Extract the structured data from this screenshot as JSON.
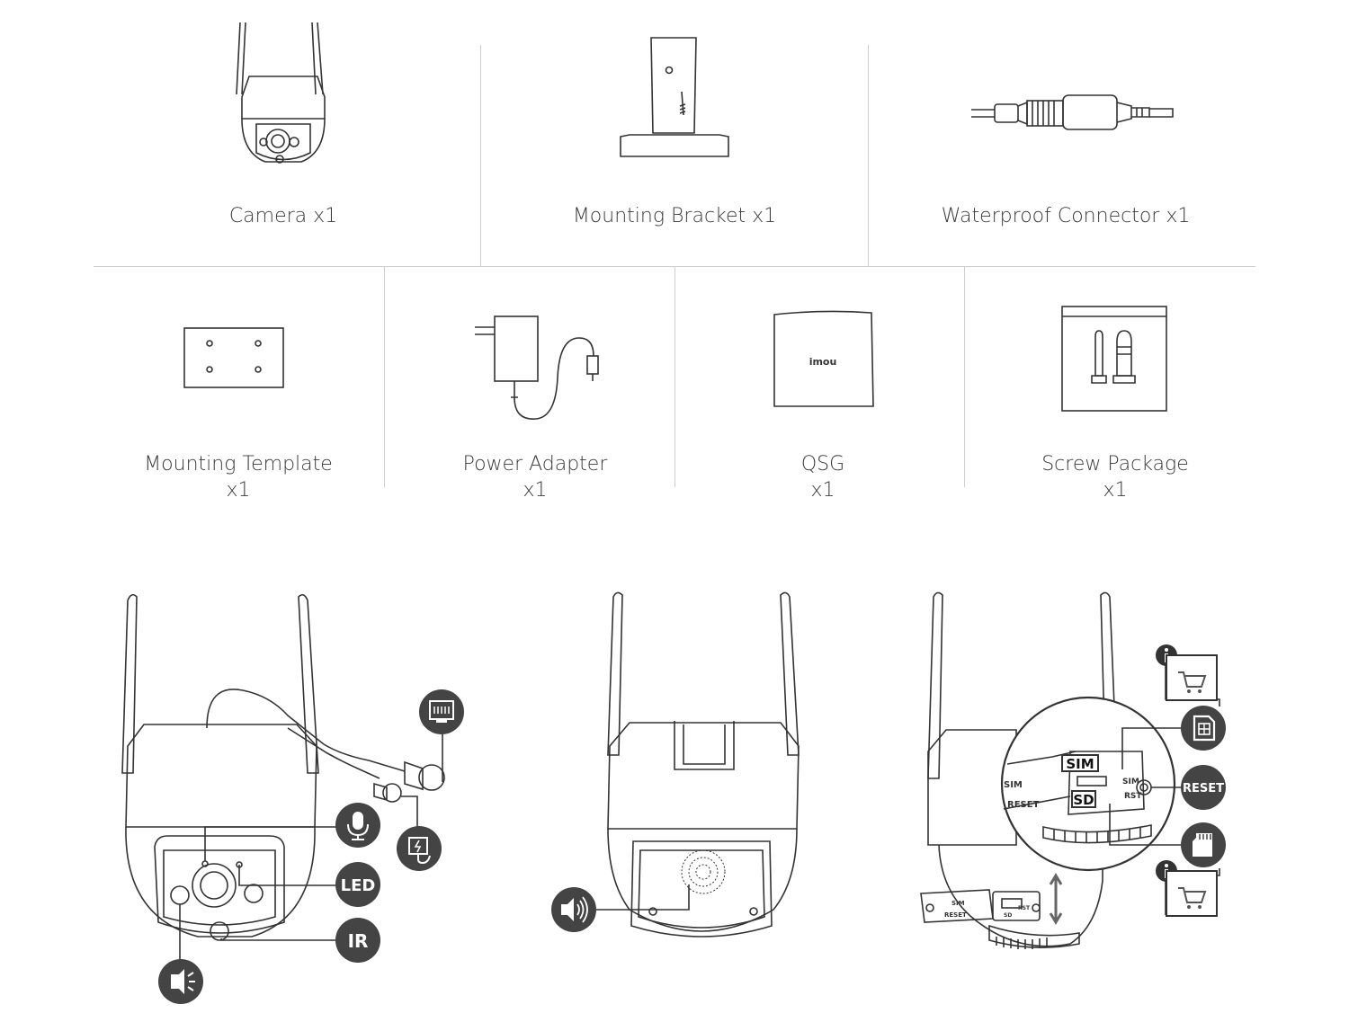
{
  "package": {
    "row1": [
      {
        "name": "Camera x1",
        "icon": "camera-icon"
      },
      {
        "name": "Mounting Bracket x1",
        "icon": "mounting-bracket-icon"
      },
      {
        "name": "Waterproof Connector x1",
        "icon": "waterproof-connector-icon"
      }
    ],
    "row2": [
      {
        "name": "Mounting Template",
        "qty": "x1",
        "icon": "mounting-template-icon"
      },
      {
        "name": "Power Adapter",
        "qty": "x1",
        "icon": "power-adapter-icon"
      },
      {
        "name": "QSG",
        "qty": "x1",
        "icon": "qsg-booklet-icon",
        "brand": "imou"
      },
      {
        "name": "Screw Package",
        "qty": "x1",
        "icon": "screw-package-icon"
      }
    ]
  },
  "diagrams": {
    "front": {
      "callouts": [
        "LED",
        "IR"
      ],
      "icons": [
        "ethernet-icon",
        "power-icon",
        "microphone-icon",
        "light-icon"
      ]
    },
    "back": {
      "icons": [
        "speaker-icon"
      ]
    },
    "slots": {
      "callouts": [
        "RESET"
      ],
      "slot_labels": [
        "SIM",
        "SD",
        "SIM",
        "RST",
        "SIM",
        "RESET",
        "SIM",
        "SD",
        "RESET",
        "RST"
      ],
      "icons": [
        "sim-card-icon",
        "sd-card-icon",
        "info-icon",
        "cart-icon"
      ]
    }
  }
}
